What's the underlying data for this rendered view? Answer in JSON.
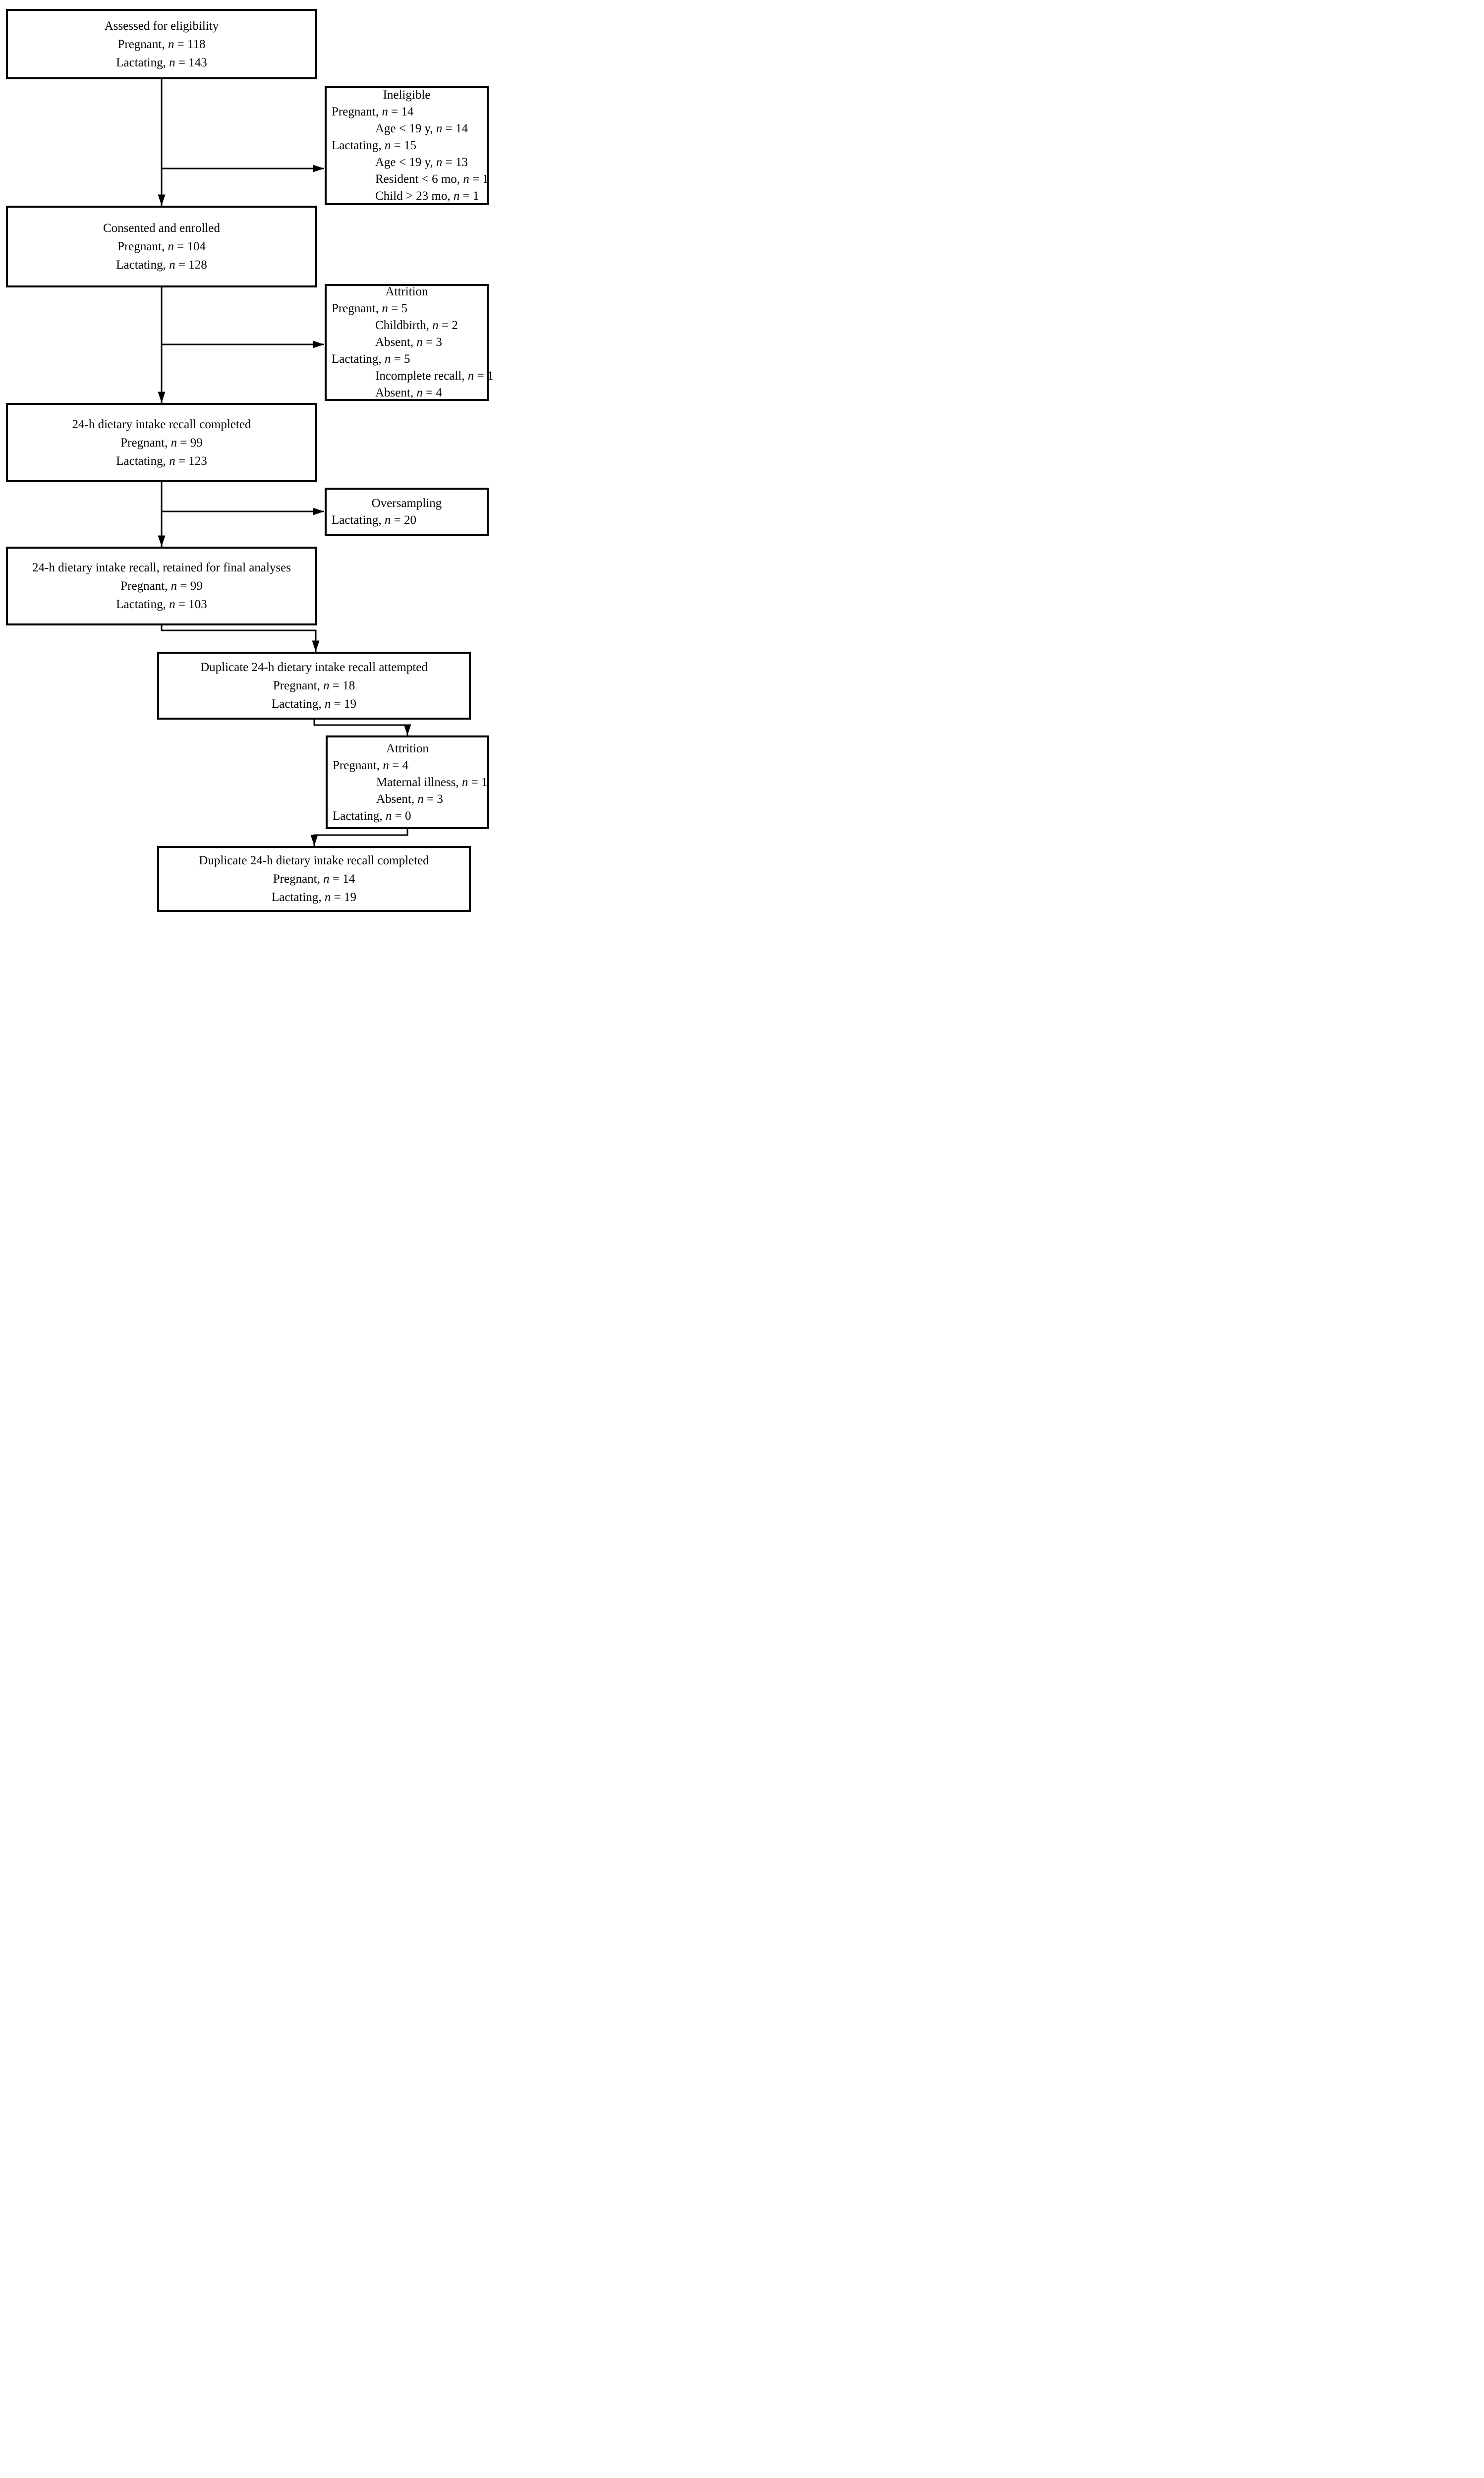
{
  "diagram": {
    "colors": {
      "line": "#000000",
      "background": "#ffffff"
    },
    "boxes": {
      "assessed": {
        "lines": [
          "Assessed for eligibility",
          "Pregnant, n = 118",
          "Lactating, n = 143"
        ]
      },
      "ineligible": {
        "title": "Ineligible",
        "rows": [
          {
            "text": "Pregnant, n = 14"
          },
          {
            "text": "Age < 19 y, n = 14"
          },
          {
            "text": "Lactating, n = 15"
          },
          {
            "text": "Age < 19 y, n = 13"
          },
          {
            "text": "Resident < 6 mo, n = 1"
          },
          {
            "text": "Child > 23 mo, n = 1"
          }
        ]
      },
      "consented": {
        "lines": [
          "Consented and enrolled",
          "Pregnant, n = 104",
          "Lactating, n = 128"
        ]
      },
      "attrition1": {
        "title": "Attrition",
        "rows": [
          {
            "text": "Pregnant, n = 5"
          },
          {
            "text": "Childbirth, n = 2"
          },
          {
            "text": "Absent, n = 3"
          },
          {
            "text": "Lactating, n = 5"
          },
          {
            "text": "Incomplete recall, n = 1"
          },
          {
            "text": "Absent, n = 4"
          }
        ]
      },
      "recall_completed": {
        "lines": [
          "24-h dietary intake recall completed",
          "Pregnant, n = 99",
          "Lactating, n = 123"
        ]
      },
      "oversampling": {
        "title": "Oversampling",
        "rows": [
          {
            "text": "Lactating, n = 20"
          }
        ]
      },
      "retained": {
        "lines": [
          "24-h dietary intake recall, retained for final analyses",
          "Pregnant, n = 99",
          "Lactating, n = 103"
        ]
      },
      "duplicate_attempted": {
        "lines": [
          "Duplicate 24-h dietary intake recall attempted",
          "Pregnant, n = 18",
          "Lactating, n = 19"
        ]
      },
      "attrition2": {
        "title": "Attrition",
        "rows": [
          {
            "text": "Pregnant, n = 4"
          },
          {
            "text": "Maternal illness, n = 1"
          },
          {
            "text": "Absent, n = 3"
          },
          {
            "text": "Lactating, n = 0"
          }
        ]
      },
      "duplicate_completed": {
        "lines": [
          "Duplicate 24-h dietary intake recall completed",
          "Pregnant, n = 14",
          "Lactating, n = 19"
        ]
      }
    }
  }
}
